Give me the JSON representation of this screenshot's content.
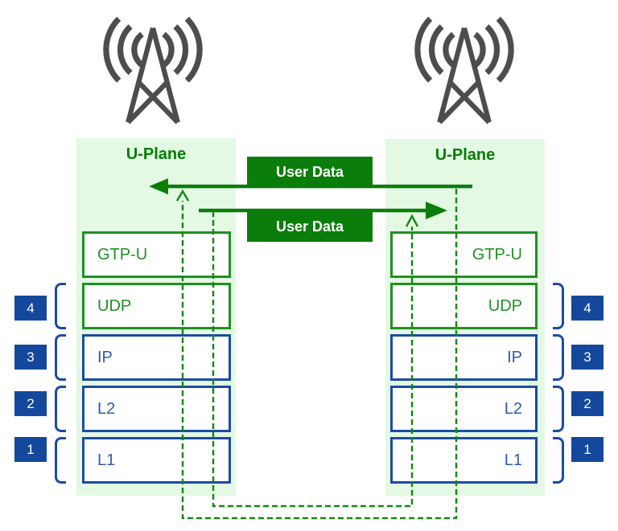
{
  "left_node": {
    "title": "U-Plane",
    "layers": [
      "GTP-U",
      "UDP",
      "IP",
      "L2",
      "L1"
    ]
  },
  "right_node": {
    "title": "U-Plane",
    "layers": [
      "GTP-U",
      "UDP",
      "IP",
      "L2",
      "L1"
    ]
  },
  "flows": {
    "right_to_left_label": "User Data",
    "left_to_right_label": "User Data"
  },
  "layer_badges": [
    "4",
    "3",
    "2",
    "1"
  ],
  "icons": {
    "left": "antenna-icon",
    "right": "antenna-icon"
  },
  "colors": {
    "panel_bg": "#e3f9e3",
    "flow_green": "#0b7d0b",
    "stack_green": "#1f9122",
    "title_green": "#077d07",
    "dashed_green": "#128812",
    "stack_blue": "#1c4ba3",
    "layer_text_blue": "#2e5cb0",
    "badge_blue": "#14489d",
    "antenna_gray": "#4d4d4d"
  }
}
